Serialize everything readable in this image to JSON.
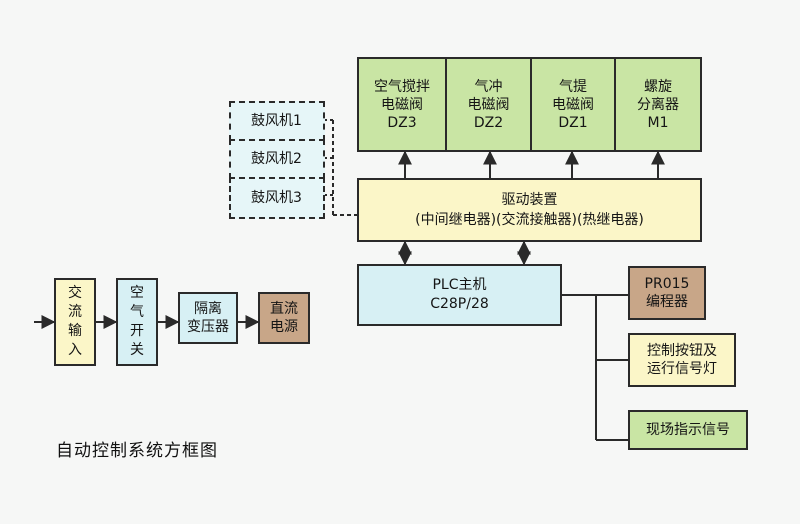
{
  "title": "自动控制系统方框图",
  "colors": {
    "valve_fill": "#c9e5a4",
    "driver_fill": "#fbf6c8",
    "plc_fill": "#d7f0f4",
    "power_fill": "#c8a688",
    "line": "#2a2a2a"
  },
  "blowers": [
    "鼓风机1",
    "鼓风机2",
    "鼓风机3"
  ],
  "valves": [
    {
      "label": "空气搅拌\n电磁阀\nDZ3"
    },
    {
      "label": "气冲\n电磁阀\nDZ2"
    },
    {
      "label": "气提\n电磁阀\nDZ1"
    },
    {
      "label": "螺旋\n分离器\nM1"
    }
  ],
  "driver": {
    "label": "驱动装置\n(中间继电器)(交流接触器)(热继电器)"
  },
  "plc": {
    "label": "PLC主机\nC28P/28"
  },
  "power_chain": [
    "交\n流\n输\n入",
    "空\n气\n开\n关",
    "隔离\n变压器",
    "直流\n电源"
  ],
  "peripherals": {
    "programmer": "PR015\n编程器",
    "buttons": "控制按钮及\n运行信号灯",
    "field": "现场指示信号"
  }
}
